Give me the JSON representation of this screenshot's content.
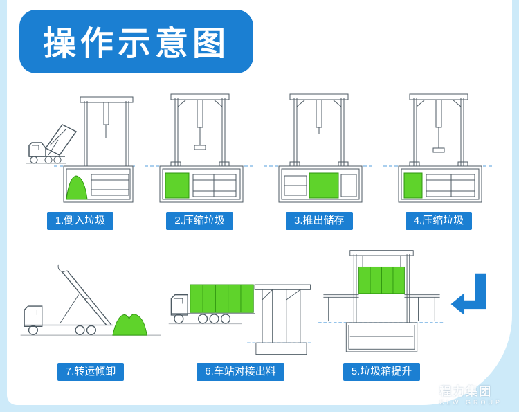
{
  "page": {
    "title": "操作示意图"
  },
  "colors": {
    "accent_blue": "#1b7fd2",
    "light_blue": "#cdeaf9",
    "green": "#5fd32b",
    "line_gray": "#4d5a63"
  },
  "steps_top": [
    "1.倒入垃圾",
    "2.压缩垃圾",
    "3.推出储存",
    "4.压缩垃圾"
  ],
  "steps_bottom": [
    "7.转运倾卸",
    "6.车站对接出料",
    "5.垃圾箱提升"
  ],
  "watermark": {
    "brand": "程力集团",
    "brand_en": "CLW GROUP"
  }
}
